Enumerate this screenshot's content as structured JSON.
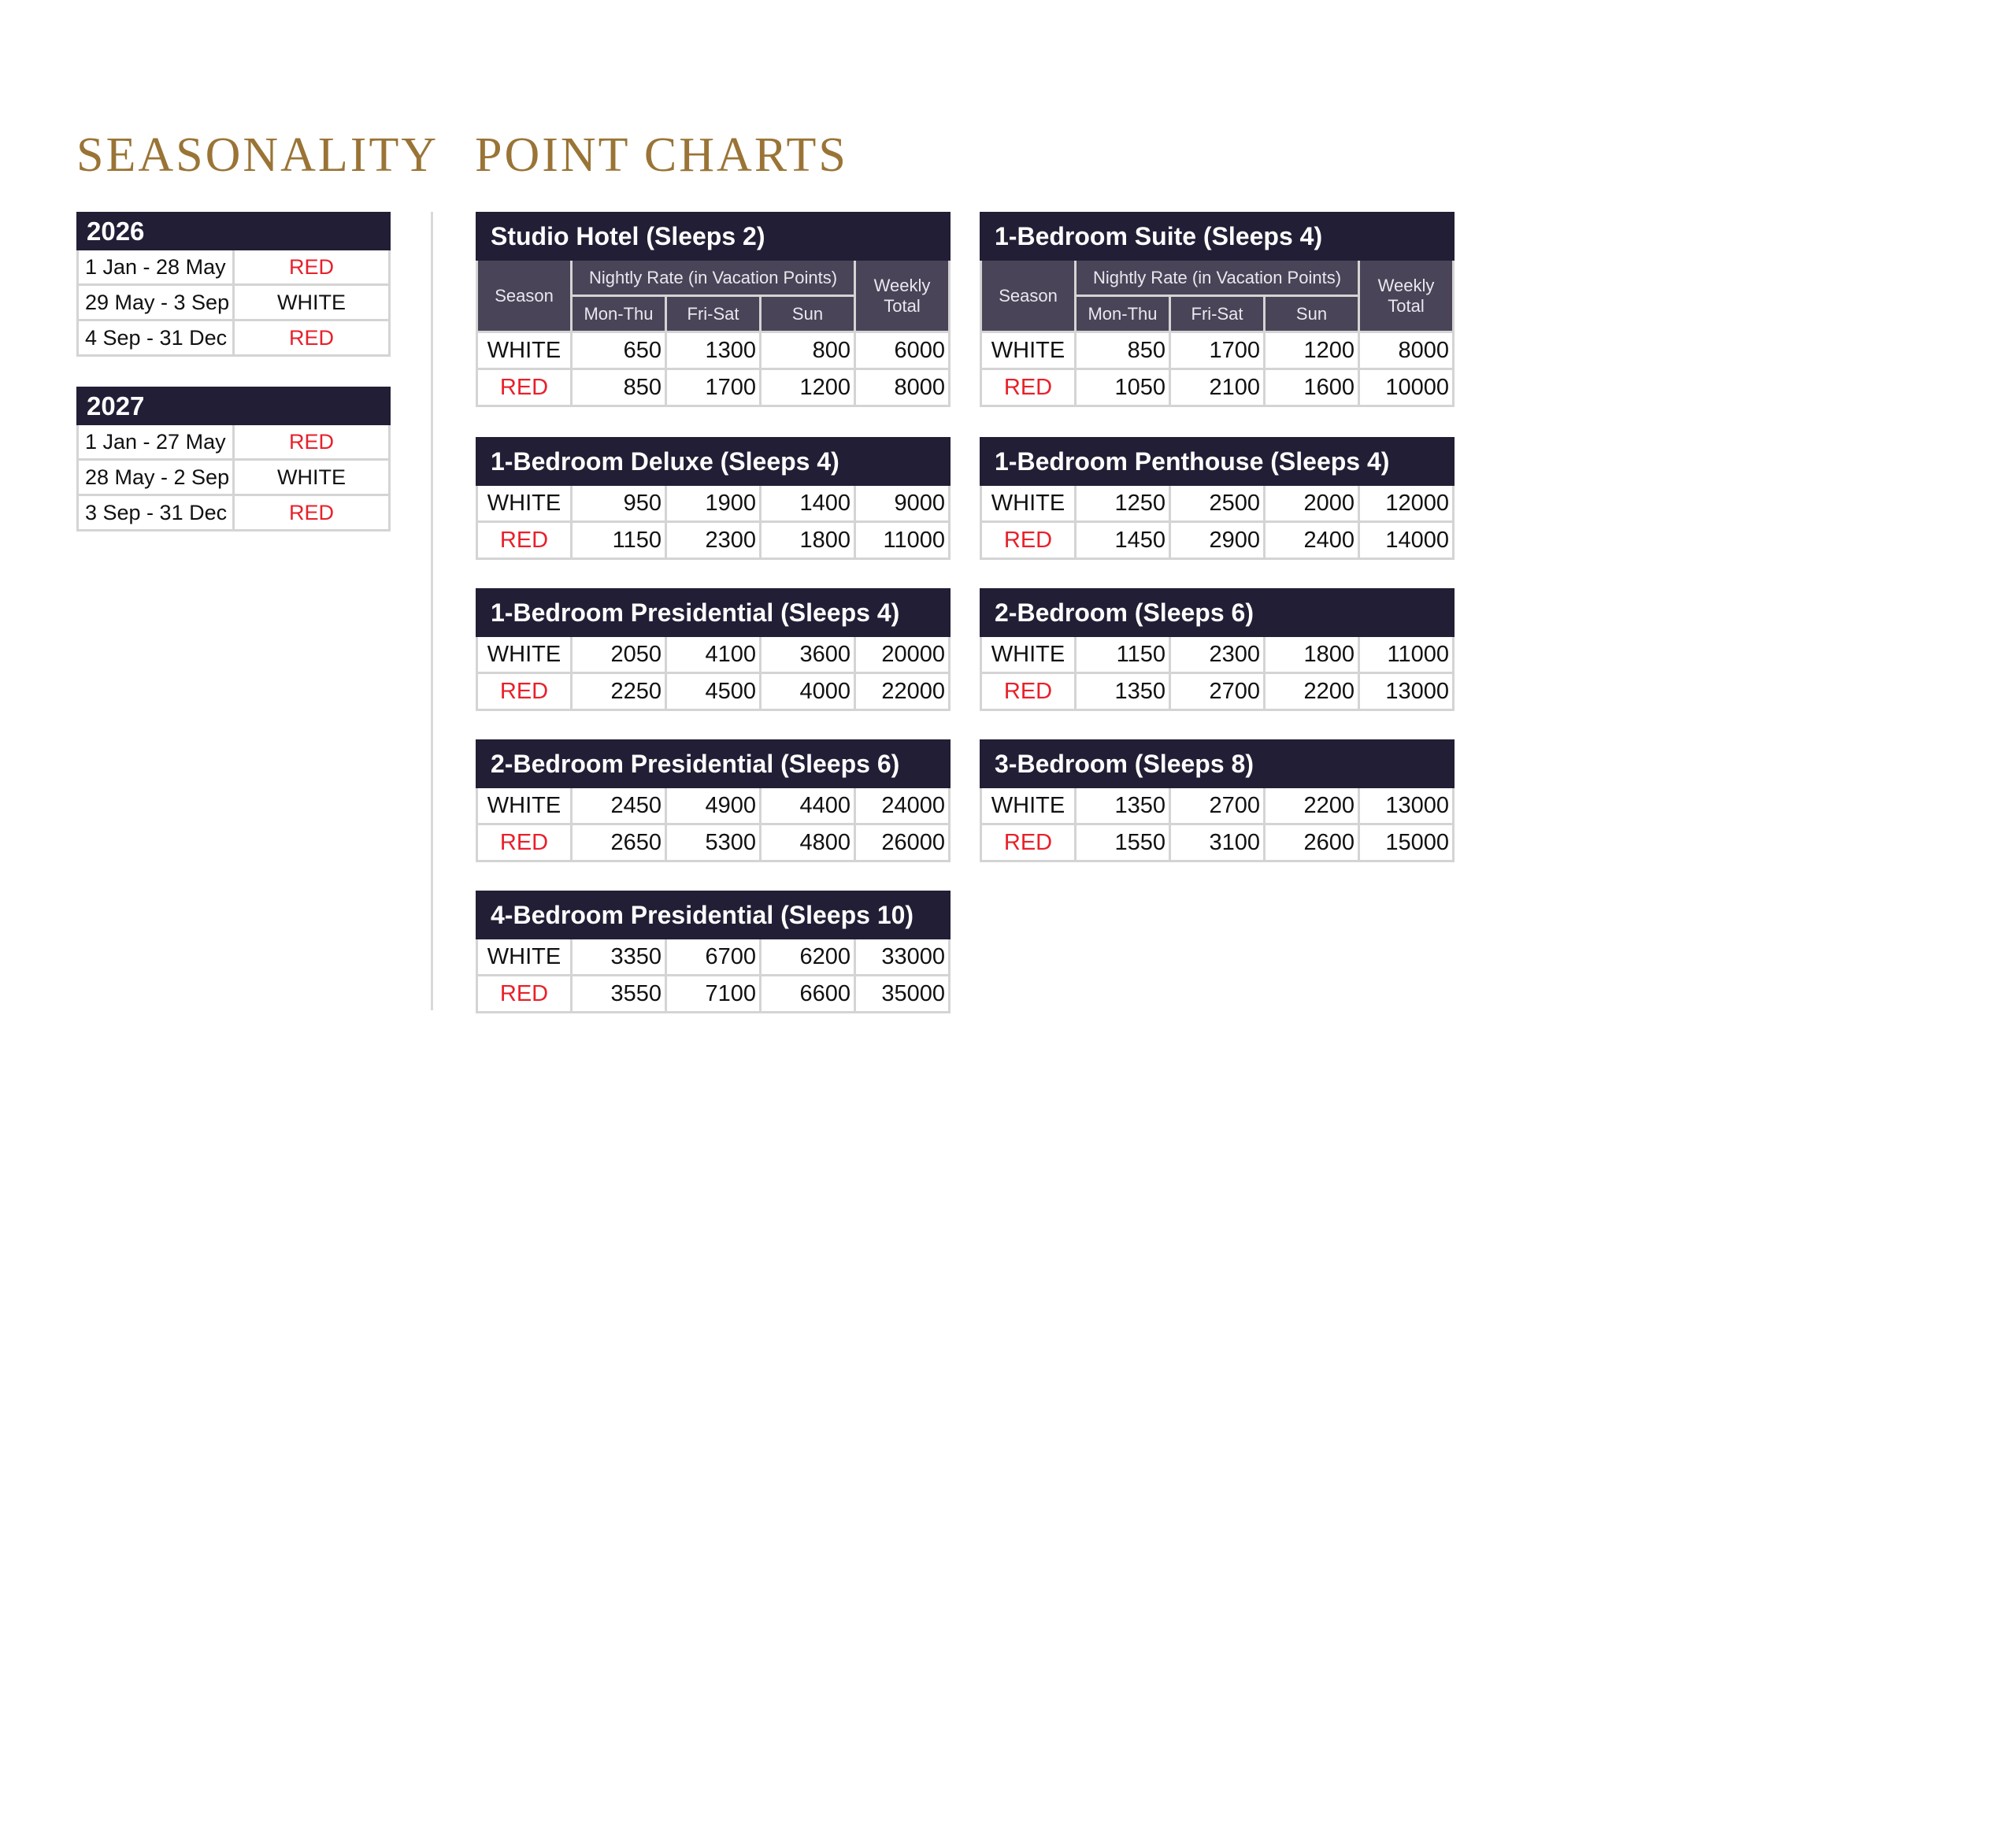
{
  "titles": {
    "seasonality": "SEASONALITY",
    "point_charts": "POINT CHARTS"
  },
  "colors": {
    "navy": "#221e35",
    "header_gray": "#4a4458",
    "red": "#e8202a",
    "gold": "#9a7436"
  },
  "seasonality": [
    {
      "year": "2026",
      "rows": [
        {
          "dates": "1 Jan - 28 May",
          "season": "RED"
        },
        {
          "dates": "29 May - 3 Sep",
          "season": "WHITE"
        },
        {
          "dates": "4 Sep - 31 Dec",
          "season": "RED"
        }
      ]
    },
    {
      "year": "2027",
      "rows": [
        {
          "dates": "1 Jan - 27 May",
          "season": "RED"
        },
        {
          "dates": "28 May - 2 Sep",
          "season": "WHITE"
        },
        {
          "dates": "3 Sep - 31 Dec",
          "season": "RED"
        }
      ]
    }
  ],
  "column_headers": {
    "season": "Season",
    "nightly": "Nightly Rate (in Vacation Points)",
    "mon_thu": "Mon-Thu",
    "fri_sat": "Fri-Sat",
    "sun": "Sun",
    "weekly": "Weekly Total"
  },
  "point_charts": [
    {
      "title": "Studio Hotel (Sleeps 2)",
      "show_header": true,
      "rows": [
        [
          "WHITE",
          "650",
          "1300",
          "800",
          "6000"
        ],
        [
          "RED",
          "850",
          "1700",
          "1200",
          "8000"
        ]
      ]
    },
    {
      "title": "1-Bedroom Suite (Sleeps 4)",
      "show_header": true,
      "rows": [
        [
          "WHITE",
          "850",
          "1700",
          "1200",
          "8000"
        ],
        [
          "RED",
          "1050",
          "2100",
          "1600",
          "10000"
        ]
      ]
    },
    {
      "title": "1-Bedroom Deluxe (Sleeps 4)",
      "show_header": false,
      "rows": [
        [
          "WHITE",
          "950",
          "1900",
          "1400",
          "9000"
        ],
        [
          "RED",
          "1150",
          "2300",
          "1800",
          "11000"
        ]
      ]
    },
    {
      "title": "1-Bedroom Penthouse (Sleeps 4)",
      "show_header": false,
      "rows": [
        [
          "WHITE",
          "1250",
          "2500",
          "2000",
          "12000"
        ],
        [
          "RED",
          "1450",
          "2900",
          "2400",
          "14000"
        ]
      ]
    },
    {
      "title": "1-Bedroom Presidential (Sleeps 4)",
      "show_header": false,
      "rows": [
        [
          "WHITE",
          "2050",
          "4100",
          "3600",
          "20000"
        ],
        [
          "RED",
          "2250",
          "4500",
          "4000",
          "22000"
        ]
      ]
    },
    {
      "title": "2-Bedroom (Sleeps 6)",
      "show_header": false,
      "rows": [
        [
          "WHITE",
          "1150",
          "2300",
          "1800",
          "11000"
        ],
        [
          "RED",
          "1350",
          "2700",
          "2200",
          "13000"
        ]
      ]
    },
    {
      "title": "2-Bedroom Presidential (Sleeps 6)",
      "show_header": false,
      "rows": [
        [
          "WHITE",
          "2450",
          "4900",
          "4400",
          "24000"
        ],
        [
          "RED",
          "2650",
          "5300",
          "4800",
          "26000"
        ]
      ]
    },
    {
      "title": "3-Bedroom (Sleeps 8)",
      "show_header": false,
      "rows": [
        [
          "WHITE",
          "1350",
          "2700",
          "2200",
          "13000"
        ],
        [
          "RED",
          "1550",
          "3100",
          "2600",
          "15000"
        ]
      ]
    },
    {
      "title": "4-Bedroom Presidential (Sleeps 10)",
      "show_header": false,
      "rows": [
        [
          "WHITE",
          "3350",
          "6700",
          "6200",
          "33000"
        ],
        [
          "RED",
          "3550",
          "7100",
          "6600",
          "35000"
        ]
      ]
    }
  ]
}
